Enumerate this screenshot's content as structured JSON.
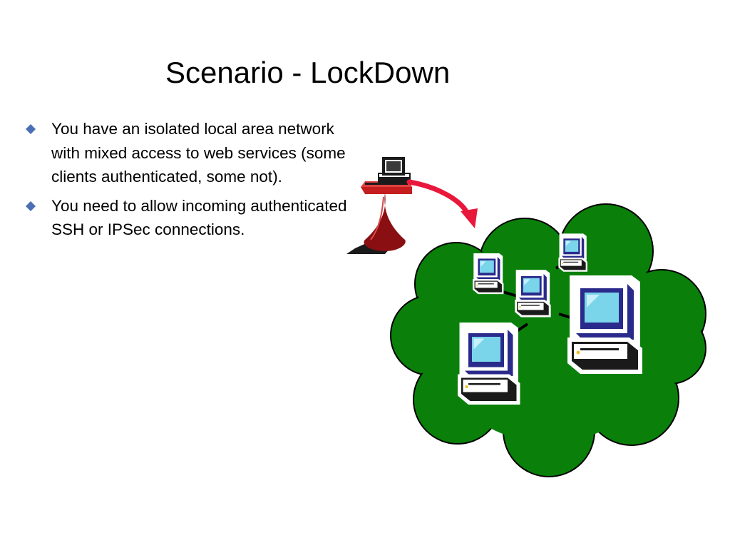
{
  "slide": {
    "title": "Scenario - LockDown",
    "bullets": [
      "You have an isolated local area network with mixed access to web services (some clients authenticated, some not).",
      "You need to allow incoming authenticated SSH or IPSec connections."
    ]
  },
  "colors": {
    "bullet_marker": "#4a6fb5",
    "cloud": "#0a800a",
    "arrow": "#e8183c",
    "table": "#b01818",
    "monitor_body": "#2a2a8c",
    "screen": "#7ad4ea"
  },
  "icons": {
    "bullet": "diamond-icon",
    "remote": "remote-computer-icon",
    "network": "network-cloud-icon",
    "arrow": "curved-arrow-icon"
  }
}
